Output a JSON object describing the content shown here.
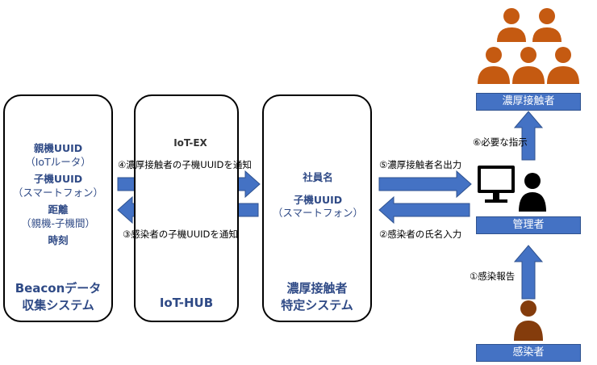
{
  "colors": {
    "blue": "#4472c4",
    "cyl_gray": "#8497b0",
    "cyl_orange": "#f4b183",
    "person_brown": "#c55a11"
  },
  "panels": {
    "beacon": {
      "title_line1": "Beaconデータ",
      "title_line2": "収集システム",
      "fields": [
        {
          "text": "親機UUID",
          "bold": true
        },
        {
          "text": "（IoTルータ）",
          "bold": false
        },
        {
          "text": "子機UUID",
          "bold": true
        },
        {
          "text": "（スマートフォン）",
          "bold": false
        },
        {
          "text": "距離",
          "bold": true
        },
        {
          "text": "（親機-子機間）",
          "bold": false
        },
        {
          "text": "時刻",
          "bold": true
        }
      ]
    },
    "hub": {
      "title": "IoT-HUB",
      "logo_text": "IoT-EX"
    },
    "tracking": {
      "title_line1": "濃厚接触者",
      "title_line2": "特定システム",
      "fields": [
        {
          "text": "社員名",
          "bold": true
        },
        {
          "text": "子機UUID",
          "bold": true
        },
        {
          "text": "（スマートフォン）",
          "bold": false
        }
      ]
    }
  },
  "flows": {
    "step4": "④濃厚接触者の子機UUIDを通知",
    "step3": "③感染者の子機UUIDを通知",
    "step5": "⑤濃厚接触者名出力",
    "step2": "②感染者の氏名入力",
    "step6": "⑥必要な指示",
    "step1": "①感染報告"
  },
  "actors": {
    "contacts": "濃厚接触者",
    "admin": "管理者",
    "infected": "感染者"
  }
}
